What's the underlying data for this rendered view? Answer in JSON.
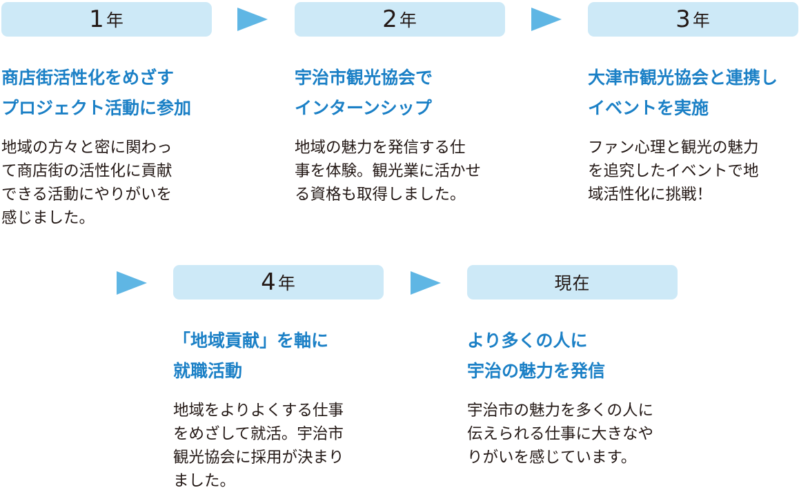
{
  "steps": [
    {
      "num": "1",
      "unit": "年",
      "heading": [
        "商店街活性化をめざす",
        "プロジェクト活動に参加"
      ],
      "body": [
        "地域の方々と密に関わっ",
        "て商店街の活性化に貢献",
        "できる活動にやりがいを",
        "感じました。"
      ]
    },
    {
      "num": "2",
      "unit": "年",
      "heading": [
        "宇治市観光協会で",
        "インターンシップ"
      ],
      "body": [
        "地域の魅力を発信する仕",
        "事を体験。観光業に活かせ",
        "る資格も取得しました。"
      ]
    },
    {
      "num": "3",
      "unit": "年",
      "heading": [
        "大津市観光協会と連携し",
        "イベントを実施"
      ],
      "body": [
        "ファン心理と観光の魅力",
        "を追究したイベントで地",
        "域活性化に挑戦！"
      ]
    },
    {
      "num": "4",
      "unit": "年",
      "heading": [
        "「地域貢献」を軸に",
        "就職活動"
      ],
      "body": [
        "地域をよりよくする仕事",
        "をめざして就活。宇治市",
        "観光協会に採用が決まり",
        "ました。"
      ]
    },
    {
      "word": "現在",
      "heading": [
        "より多くの人に",
        "宇治の魅力を発信"
      ],
      "body": [
        "宇治市の魅力を多くの人に",
        "伝えられる仕事に大きなや",
        "りがいを感じています。"
      ]
    }
  ],
  "colors": {
    "pill": "#cde9f7",
    "heading": "#1b80c6",
    "arrow": "#5fb6e4",
    "text": "#231815"
  }
}
